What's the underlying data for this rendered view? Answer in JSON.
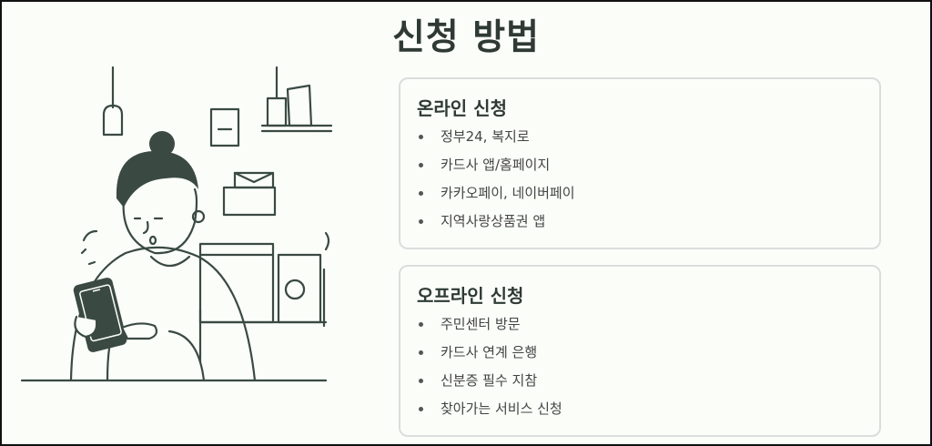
{
  "page": {
    "title": "신청 방법"
  },
  "colors": {
    "ink": "#3a4a42",
    "background": "#fbfdf9",
    "card_border": "#dcdcdc"
  },
  "online": {
    "title": "온라인 신청",
    "items": [
      "정부24, 복지로",
      "카드사 앱/홈페이지",
      "카카오페이, 네이버페이",
      "지역사랑상품권 앱"
    ]
  },
  "offline": {
    "title": "오프라인 신청",
    "items": [
      "주민센터 방문",
      "카드사 연계 은행",
      "신분증 필수 지참",
      "찾아가는 서비스 신청"
    ]
  },
  "illustration": {
    "icon": "person-using-phone-illustration"
  }
}
